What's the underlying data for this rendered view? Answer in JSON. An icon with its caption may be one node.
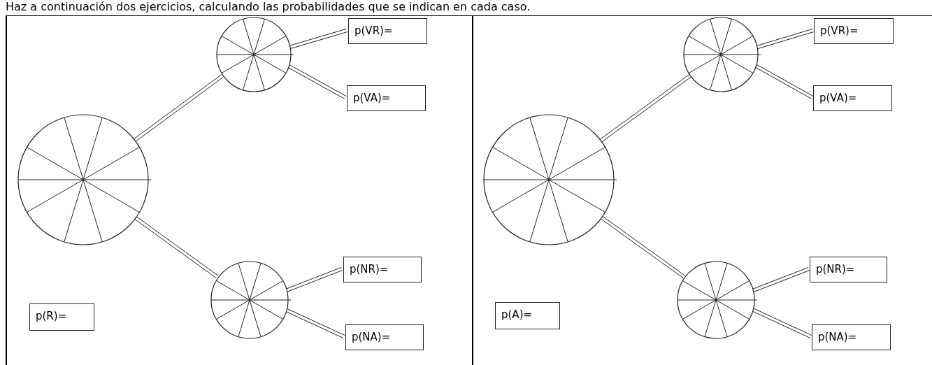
{
  "diagram": {
    "title": "Haz a continuación dos ejercicios, calculando las probabilidades que se indican en cada caso.",
    "nodes": [
      {
        "text": [],
        "shape": "box"
      },
      {
        "text": [],
        "shape": "circle",
        "in": 0
      },
      {
        "text": [],
        "shape": "circle",
        "in": 0
      },
      {
        "text": [
          "p(VR)="
        ],
        "in": 0
      },
      {
        "text": [
          "p(VA)="
        ],
        "in": 0
      },
      {
        "text": [],
        "shape": "circle",
        "in": 0
      },
      {
        "text": [
          "p(NR)="
        ],
        "in": 0
      },
      {
        "text": [
          "p(NA)="
        ],
        "in": 0
      },
      {
        "text": [
          "p(R)="
        ],
        "in": 0
      },
      {
        "text": [],
        "shape": "box"
      },
      {
        "text": [],
        "shape": "circle",
        "in": 9
      },
      {
        "text": [],
        "shape": "circle",
        "in": 9
      },
      {
        "text": [
          "p(VR)="
        ],
        "in": 9
      },
      {
        "text": [
          "p(VA)="
        ],
        "in": 9
      },
      {
        "text": [],
        "shape": "circle",
        "in": 9
      },
      {
        "text": [
          "p(NR)="
        ],
        "in": 9
      },
      {
        "text": [
          "p(NA)="
        ],
        "in": 9
      },
      {
        "text": [
          "p(A)="
        ],
        "in": 9
      }
    ],
    "edges": [
      {
        "from": 1,
        "to": 2,
        "arrow": "none"
      },
      {
        "from": 1,
        "to": 5,
        "arrow": "none"
      },
      {
        "from": 2,
        "to": 3,
        "arrow": "none"
      },
      {
        "from": 2,
        "to": 4,
        "arrow": "none"
      },
      {
        "from": 5,
        "to": 6,
        "arrow": "none"
      },
      {
        "from": 5,
        "to": 7,
        "arrow": "none"
      },
      {
        "from": 10,
        "to": 11,
        "arrow": "none"
      },
      {
        "from": 10,
        "to": 14,
        "arrow": "none"
      },
      {
        "from": 11,
        "to": 12,
        "arrow": "none"
      },
      {
        "from": 11,
        "to": 13,
        "arrow": "none"
      },
      {
        "from": 14,
        "to": 15,
        "arrow": "none"
      },
      {
        "from": 14,
        "to": 16,
        "arrow": "none"
      }
    ]
  }
}
